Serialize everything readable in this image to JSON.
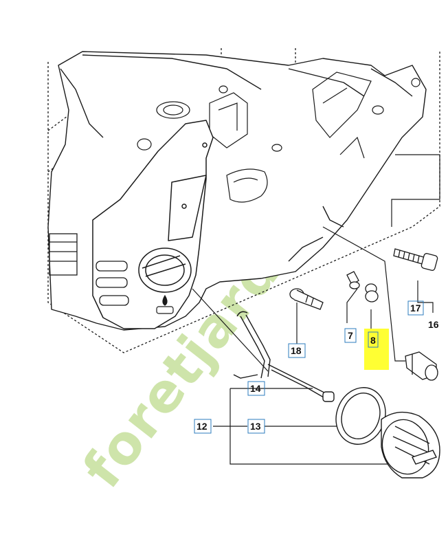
{
  "callouts": [
    {
      "id": "c16",
      "text": "16"
    },
    {
      "id": "c17",
      "text": "17"
    },
    {
      "id": "c7",
      "text": "7"
    },
    {
      "id": "c8",
      "text": "8",
      "highlight": "#ffff33"
    },
    {
      "id": "c18",
      "text": "18"
    },
    {
      "id": "c14",
      "text": "14"
    },
    {
      "id": "c12",
      "text": "12"
    },
    {
      "id": "c13",
      "text": "13"
    }
  ],
  "watermark": {
    "text": "foretjardin.com",
    "colors": {
      "green": "#bcdb8c",
      "orange": "#f3c680"
    }
  },
  "colors": {
    "line": "#1a1a1a",
    "box_border": "#2b7bbd",
    "highlight": "#ffff33"
  }
}
